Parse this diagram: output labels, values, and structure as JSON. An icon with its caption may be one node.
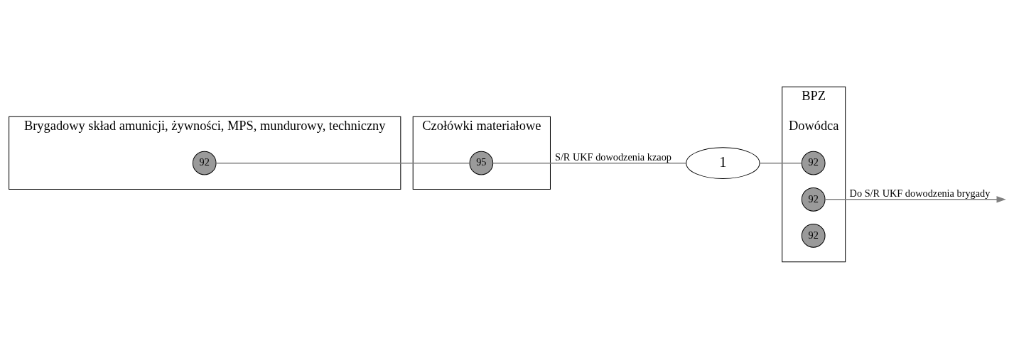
{
  "diagram": {
    "nodes": [
      {
        "text": [
          "Brygadowy skład amunicji, żywności, MPS, mundurowy, techniczny"
        ]
      },
      {
        "text": [
          "92"
        ],
        "in": 0
      },
      {
        "text": [
          "Czołówki materiałowe"
        ]
      },
      {
        "text": [
          "95"
        ],
        "in": 2
      },
      {
        "text": [
          "1"
        ]
      },
      {
        "text": [
          "BPZ",
          "Dowódca"
        ]
      },
      {
        "text": [
          "92"
        ],
        "in": 5
      },
      {
        "text": [
          "92"
        ],
        "in": 5
      },
      {
        "text": [
          "92"
        ],
        "in": 5
      }
    ],
    "edges": [
      {
        "from": 1,
        "to": 3,
        "arrow": "none"
      },
      {
        "from": 3,
        "to": 4,
        "arrow": "none",
        "label": "S/R UKF dowodzenia kzaop"
      },
      {
        "from": 4,
        "to": 6,
        "arrow": "none"
      },
      {
        "from": 7,
        "to": null,
        "arrow": "to",
        "label": "Do S/R UKF dowodzenia brygady"
      }
    ]
  }
}
